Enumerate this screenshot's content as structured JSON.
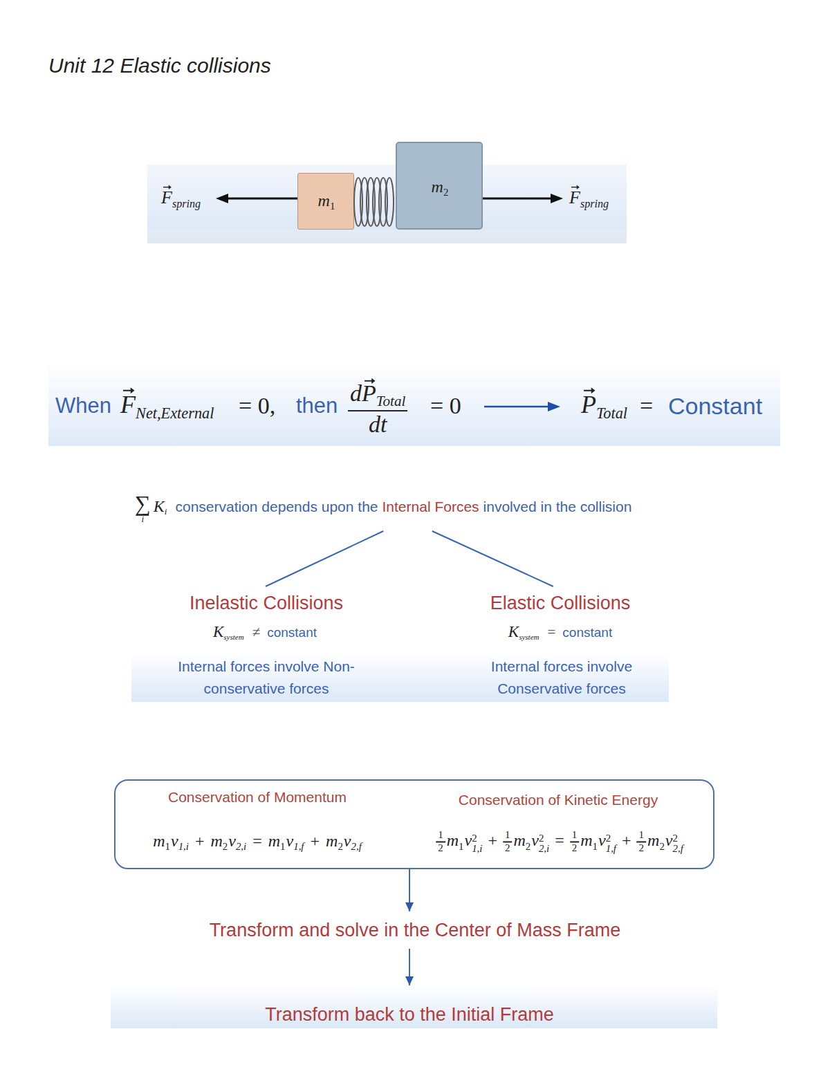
{
  "diagram": {
    "title": "Unit 12 Elastic collisions",
    "nodes": [
      {
        "text": [
          "F",
          "spring",
          "F",
          "spring"
        ]
      },
      {
        "text": [
          "m",
          "1"
        ],
        "in": 0
      },
      {
        "text": [
          "m",
          "2"
        ],
        "in": 0
      },
      {
        "text": [
          "When",
          "F",
          "Net,External",
          "= 0,",
          "then",
          "d",
          "P",
          "Total",
          "dt",
          "= 0",
          "P",
          "Total",
          "=",
          "Constant"
        ]
      },
      {
        "text": [
          "∑",
          "i",
          "K",
          "i",
          "conservation depends upon the",
          "Internal Forces",
          "involved in the collision"
        ]
      },
      {
        "text": [
          "Inelastic Collisions",
          "K",
          "system",
          "≠",
          "constant",
          "Internal forces involve Non-conservative forces"
        ]
      },
      {
        "text": [
          "Elastic Collisions",
          "K",
          "system",
          "=",
          "constant",
          "Internal forces involve Conservative forces"
        ]
      },
      {
        "text": [
          "Conservation of Momentum",
          "Conservation of Kinetic Energy",
          "m",
          "1",
          "v",
          "1,i",
          "+",
          "m",
          "2",
          "v",
          "2,i",
          "=",
          "m",
          "1",
          "v",
          "1,f",
          "+",
          "m",
          "2",
          "v",
          "2,f",
          "1",
          "2",
          "m",
          "1",
          "v",
          "2",
          "1,i",
          "+",
          "1",
          "2",
          "m",
          "2",
          "v",
          "2",
          "2,i",
          "=",
          "1",
          "2",
          "m",
          "1",
          "v",
          "2",
          "1,f",
          "+",
          "1",
          "2",
          "m",
          "2",
          "v",
          "2",
          "2,f"
        ]
      },
      {
        "text": [
          "Transform and solve in the Center of Mass Frame"
        ]
      },
      {
        "text": [
          "Transform back to the Initial Frame"
        ]
      }
    ],
    "edges": [
      {
        "from": 4,
        "to": 5,
        "arrow": "none"
      },
      {
        "from": 4,
        "to": 6,
        "arrow": "none"
      },
      {
        "from": 7,
        "to": 8,
        "arrow": "to"
      },
      {
        "from": 8,
        "to": 9,
        "arrow": "to"
      }
    ]
  }
}
